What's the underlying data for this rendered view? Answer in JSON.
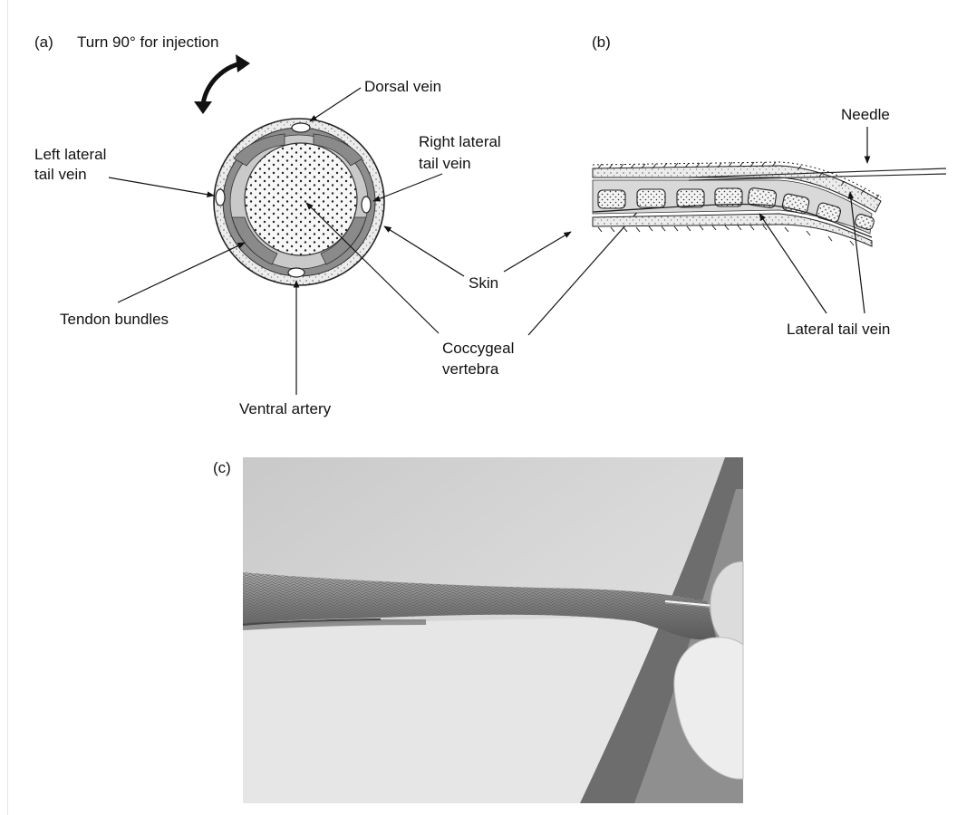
{
  "panels": {
    "a": "(a)",
    "b": "(b)",
    "c": "(c)"
  },
  "panel_a": {
    "instruction": "Turn 90° for injection",
    "labels": {
      "dorsal_vein": "Dorsal vein",
      "left_lateral_1": "Left lateral",
      "left_lateral_2": "tail vein",
      "right_lateral_1": "Right lateral",
      "right_lateral_2": "tail vein",
      "tendon_bundles": "Tendon bundles",
      "ventral_artery": "Ventral artery",
      "skin": "Skin",
      "coccygeal_1": "Coccygeal",
      "coccygeal_2": "vertebra"
    }
  },
  "panel_b": {
    "labels": {
      "needle": "Needle",
      "lateral_tail_vein": "Lateral tail vein"
    }
  },
  "panel_c": {
    "description_icon": "tail-injection-photo"
  }
}
